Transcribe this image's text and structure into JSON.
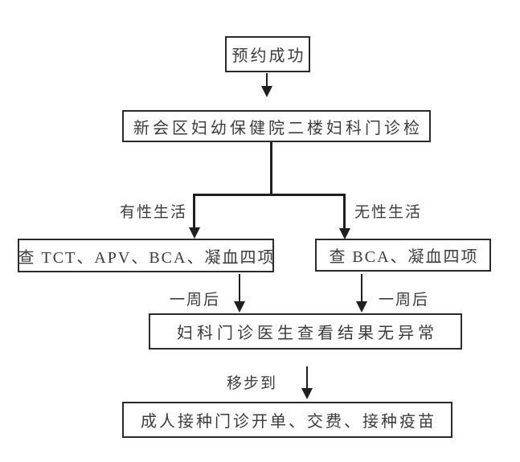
{
  "flowchart": {
    "nodes": {
      "start": "预约成功",
      "clinic": "新会区妇幼保健院二楼妇科门诊检",
      "check_active": "查 TCT、APV、BCA、凝血四项",
      "check_inactive": "查 BCA、凝血四项",
      "review": "妇科门诊医生查看结果无异常",
      "vaccinate": "成人接种门诊开单、交费、接种疫苗"
    },
    "labels": {
      "branch_left": "有性生活",
      "branch_right": "无性生活",
      "wait_left": "一周后",
      "wait_right": "一周后",
      "move": "移步到"
    },
    "colors": {
      "line": "#1f1f1f",
      "border": "#2b2b2b",
      "text": "#3c3c3c",
      "background": "#ffffff"
    }
  }
}
